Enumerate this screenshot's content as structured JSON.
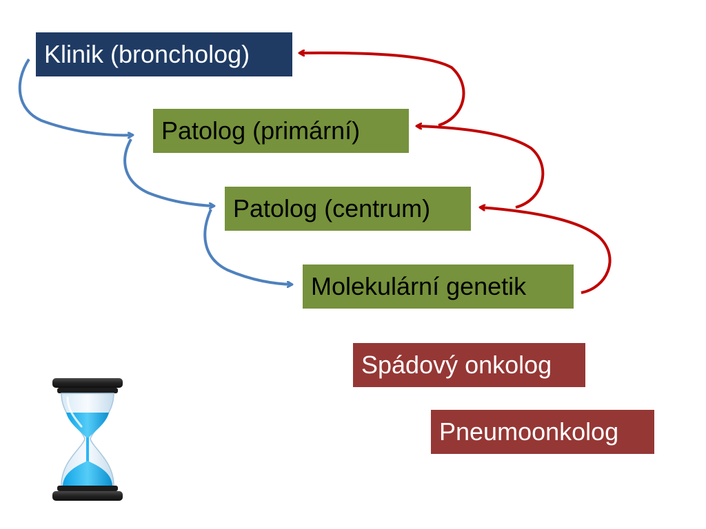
{
  "diagram": {
    "nodes": {
      "klinik": "Klinik (broncholog)",
      "patolog_primarni": "Patolog (primární)",
      "patolog_centrum": "Patolog (centrum)",
      "molekularni_genetik": "Molekulární genetik",
      "spadovy_onkolog": "Spádový onkolog",
      "pneumoonkolog": "Pneumoonkolog"
    },
    "forward_flow": [
      "klinik",
      "patolog_primarni",
      "patolog_centrum",
      "molekularni_genetik"
    ],
    "return_flow": [
      "molekularni_genetik",
      "patolog_centrum",
      "patolog_primarni",
      "klinik"
    ]
  },
  "colors": {
    "navy_box": "#1f3b64",
    "green_box": "#76923c",
    "red_box": "#953735",
    "forward_arrow": "#4f81bd",
    "return_arrow": "#c00000",
    "hourglass_sand": "#29b6f6"
  },
  "icons": {
    "hourglass": "hourglass-icon"
  }
}
